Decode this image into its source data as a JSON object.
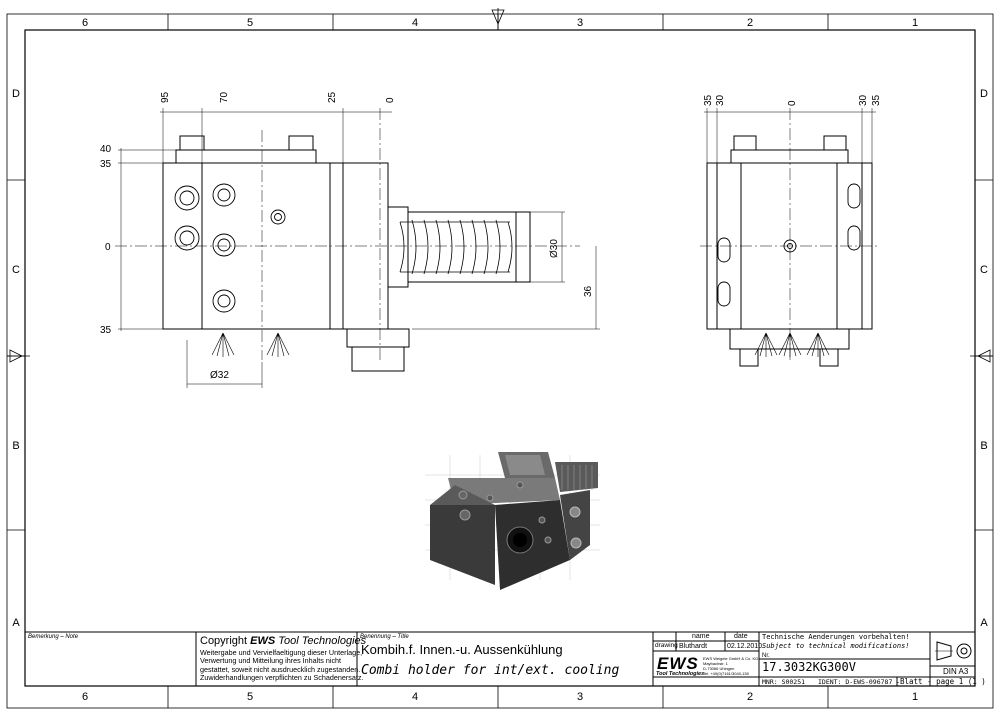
{
  "border": {
    "col_labels": [
      "6",
      "5",
      "4",
      "3",
      "2",
      "1"
    ],
    "row_labels": [
      "D",
      "C",
      "B",
      "A"
    ]
  },
  "front_view": {
    "top_dims": [
      "95",
      "70",
      "25",
      "0"
    ],
    "left_dims": [
      "40",
      "35",
      "0",
      "35"
    ],
    "dia_shank": "Ø30",
    "dim_36": "36",
    "dia_32": "Ø32"
  },
  "side_view": {
    "top_dims": [
      "35",
      "30",
      "0",
      "30",
      "35"
    ]
  },
  "title_block": {
    "remark_label": "Bemerkung – Note",
    "copyright_prefix": "Copyright ",
    "copyright_brand": "EWS",
    "copyright_suffix": " Tool Technologies",
    "copyright_lines": [
      "Weitergabe und Vervielfaeltigung dieser Unterlage,",
      "Verwertung und Mitteilung ihres Inhalts nicht",
      "gestattet, soweit nicht ausdruecklich zugestanden.",
      "Zuwiderhandlungen verpflichten zu Schadenersatz."
    ],
    "title_label": "Benennung – Title",
    "title_de": "Kombih.f. Innen.-u. Aussenkühlung",
    "title_en": "Combi holder for int/ext. cooling",
    "col_name": "name",
    "col_date": "date",
    "row_label": "drawing",
    "drawn_by": "Bluthardt",
    "drawn_date": "02.12.2010",
    "logo_text": "EWS",
    "logo_sub": "Tool Technologies",
    "company_lines": [
      "EWS Weigele GmbH & Co. KG",
      "Maybachstr. 1",
      "D-73066 Uhingen",
      "Tel. +49(0)7161/3040-150"
    ],
    "notice_de": "Technische Aenderungen vorbehalten!",
    "notice_en": "Subject to technical modifications!",
    "nr_label": "Nr.",
    "part_number": "17.3032KG300V",
    "mnr": "MNR: S00251",
    "ident": "IDENT: D-EWS-096787 -",
    "sheet": "Blatt - page  1 (1 )",
    "format": "DIN A3"
  },
  "colors": {
    "line": "#000000",
    "hatch": "#555555",
    "render": "#3a3a3a"
  }
}
